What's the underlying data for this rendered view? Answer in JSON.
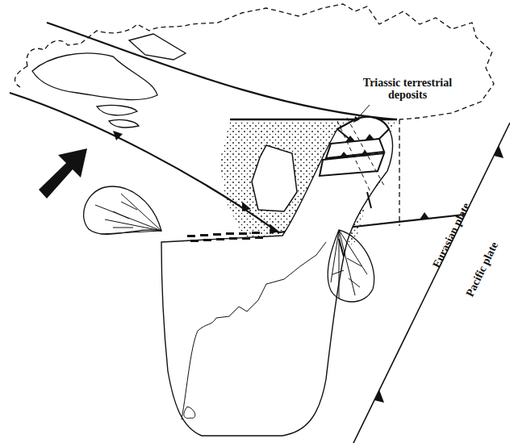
{
  "diagram": {
    "labels": [
      "Triassic terrestrial deposits",
      "Eurasian plate",
      "Pacific plate"
    ]
  }
}
